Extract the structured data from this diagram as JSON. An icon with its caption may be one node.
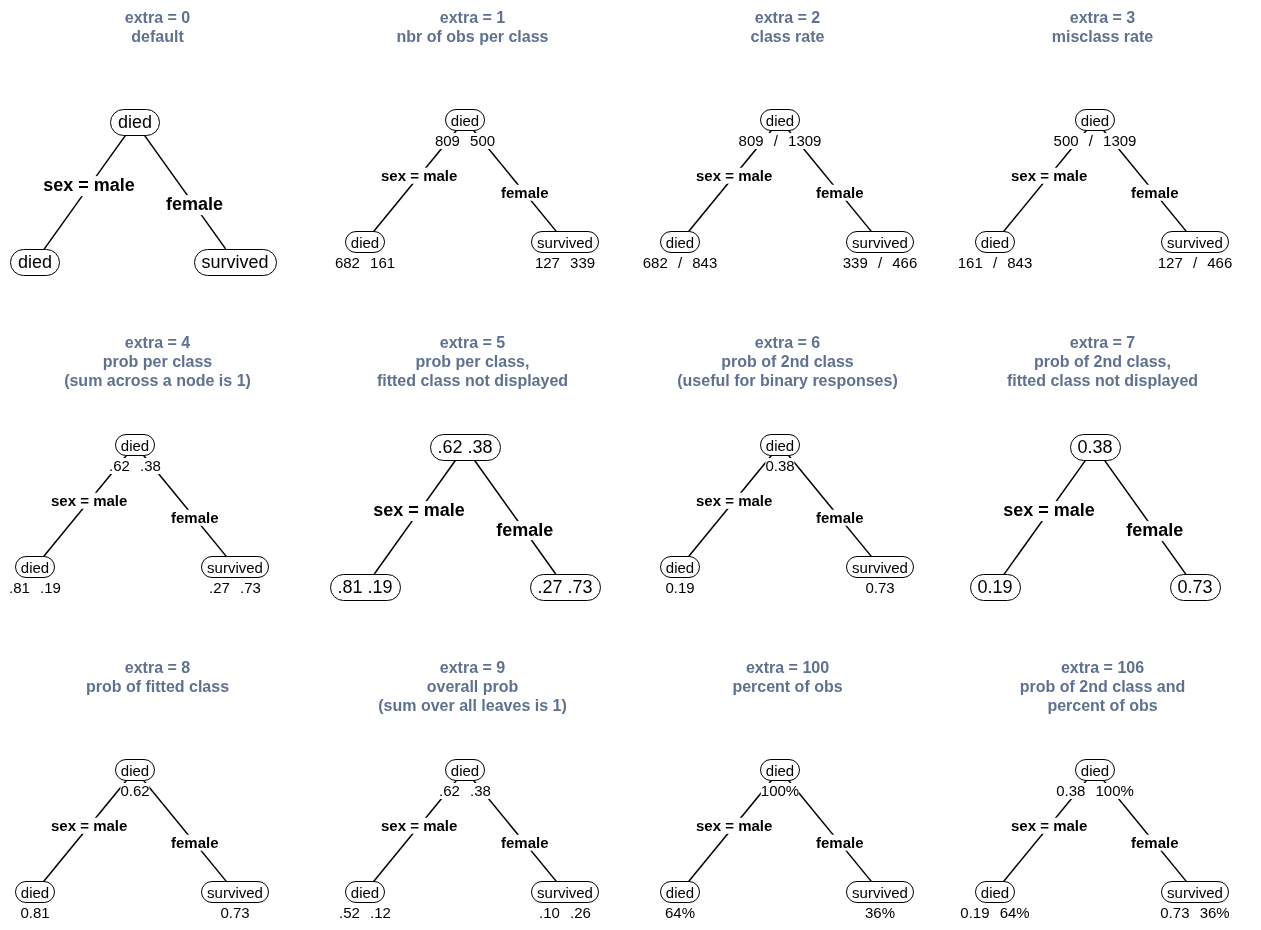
{
  "diagram": {
    "nodes": [
      {
        "text": [
          "died"
        ]
      },
      {
        "text": [
          "died"
        ]
      },
      {
        "text": [
          "survived"
        ]
      },
      {
        "text": [
          "died"
        ],
        "beside": [
          "809 500"
        ]
      },
      {
        "text": [
          "died"
        ],
        "beside": [
          "682 161"
        ]
      },
      {
        "text": [
          "survived"
        ],
        "beside": [
          "127 339"
        ]
      },
      {
        "text": [
          "died"
        ],
        "beside": [
          "809 / 1309"
        ]
      },
      {
        "text": [
          "died"
        ],
        "beside": [
          "682 / 843"
        ]
      },
      {
        "text": [
          "survived"
        ],
        "beside": [
          "339 / 466"
        ]
      },
      {
        "text": [
          "died"
        ],
        "beside": [
          "500 / 1309"
        ]
      },
      {
        "text": [
          "died"
        ],
        "beside": [
          "161 / 843"
        ]
      },
      {
        "text": [
          "survived"
        ],
        "beside": [
          "127 / 466"
        ]
      },
      {
        "text": [
          "died"
        ],
        "beside": [
          ".62 .38"
        ]
      },
      {
        "text": [
          "died"
        ],
        "beside": [
          ".81 .19"
        ]
      },
      {
        "text": [
          "survived"
        ],
        "beside": [
          ".27 .73"
        ]
      },
      {
        "text": [
          ".62 .38"
        ]
      },
      {
        "text": [
          ".81 .19"
        ]
      },
      {
        "text": [
          ".27 .73"
        ]
      },
      {
        "text": [
          "died"
        ],
        "beside": [
          "0.38"
        ]
      },
      {
        "text": [
          "died"
        ],
        "beside": [
          "0.19"
        ]
      },
      {
        "text": [
          "survived"
        ],
        "beside": [
          "0.73"
        ]
      },
      {
        "text": [
          "0.38"
        ]
      },
      {
        "text": [
          "0.19"
        ]
      },
      {
        "text": [
          "0.73"
        ]
      },
      {
        "text": [
          "died"
        ],
        "beside": [
          "0.62"
        ]
      },
      {
        "text": [
          "died"
        ],
        "beside": [
          "0.81"
        ]
      },
      {
        "text": [
          "survived"
        ],
        "beside": [
          "0.73"
        ]
      },
      {
        "text": [
          "died"
        ],
        "beside": [
          ".62 .38"
        ]
      },
      {
        "text": [
          "died"
        ],
        "beside": [
          ".52 .12"
        ]
      },
      {
        "text": [
          "survived"
        ],
        "beside": [
          ".10 .26"
        ]
      },
      {
        "text": [
          "died"
        ],
        "beside": [
          "100%"
        ]
      },
      {
        "text": [
          "died"
        ],
        "beside": [
          "64%"
        ]
      },
      {
        "text": [
          "survived"
        ],
        "beside": [
          "36%"
        ]
      },
      {
        "text": [
          "died"
        ],
        "beside": [
          "0.38 100%"
        ]
      },
      {
        "text": [
          "died"
        ],
        "beside": [
          "0.19 64%"
        ]
      },
      {
        "text": [
          "survived"
        ],
        "beside": [
          "0.73 36%"
        ]
      }
    ],
    "edges": [
      {
        "from": 0,
        "to": 1,
        "arrow": "none",
        "label": "sex = male"
      },
      {
        "from": 0,
        "to": 2,
        "arrow": "none",
        "label": "female"
      },
      {
        "from": 3,
        "to": 4,
        "arrow": "none",
        "label": "sex = male"
      },
      {
        "from": 3,
        "to": 5,
        "arrow": "none",
        "label": "female"
      },
      {
        "from": 6,
        "to": 7,
        "arrow": "none",
        "label": "sex = male"
      },
      {
        "from": 6,
        "to": 8,
        "arrow": "none",
        "label": "female"
      },
      {
        "from": 9,
        "to": 10,
        "arrow": "none",
        "label": "sex = male"
      },
      {
        "from": 9,
        "to": 11,
        "arrow": "none",
        "label": "female"
      },
      {
        "from": 12,
        "to": 13,
        "arrow": "none",
        "label": "sex = male"
      },
      {
        "from": 12,
        "to": 14,
        "arrow": "none",
        "label": "female"
      },
      {
        "from": 15,
        "to": 16,
        "arrow": "none",
        "label": "sex = male"
      },
      {
        "from": 15,
        "to": 17,
        "arrow": "none",
        "label": "female"
      },
      {
        "from": 18,
        "to": 19,
        "arrow": "none",
        "label": "sex = male"
      },
      {
        "from": 18,
        "to": 20,
        "arrow": "none",
        "label": "female"
      },
      {
        "from": 21,
        "to": 22,
        "arrow": "none",
        "label": "sex = male"
      },
      {
        "from": 21,
        "to": 23,
        "arrow": "none",
        "label": "female"
      },
      {
        "from": 24,
        "to": 25,
        "arrow": "none",
        "label": "sex = male"
      },
      {
        "from": 24,
        "to": 26,
        "arrow": "none",
        "label": "female"
      },
      {
        "from": 27,
        "to": 28,
        "arrow": "none",
        "label": "sex = male"
      },
      {
        "from": 27,
        "to": 29,
        "arrow": "none",
        "label": "female"
      },
      {
        "from": 30,
        "to": 31,
        "arrow": "none",
        "label": "sex = male"
      },
      {
        "from": 30,
        "to": 32,
        "arrow": "none",
        "label": "female"
      },
      {
        "from": 33,
        "to": 34,
        "arrow": "none",
        "label": "sex = male"
      },
      {
        "from": 33,
        "to": 35,
        "arrow": "none",
        "label": "female"
      }
    ],
    "labels": [
      "extra = 0",
      "default",
      "extra = 1",
      "nbr of obs per class",
      "extra = 2",
      "class rate",
      "extra = 3",
      "misclass rate",
      "extra = 4",
      "prob per class",
      "(sum across a node is 1)",
      "extra = 5",
      "prob per class,",
      "fitted class not displayed",
      "extra = 6",
      "prob of 2nd class",
      "(useful for binary responses)",
      "extra = 7",
      "prob of 2nd class,",
      "fitted class not displayed",
      "extra = 8",
      "prob of fitted class",
      "extra = 9",
      "overall prob",
      "(sum over all leaves is 1)",
      "extra = 100",
      "percent of obs",
      "extra = 106",
      "prob of 2nd class and",
      "percent of obs"
    ]
  }
}
